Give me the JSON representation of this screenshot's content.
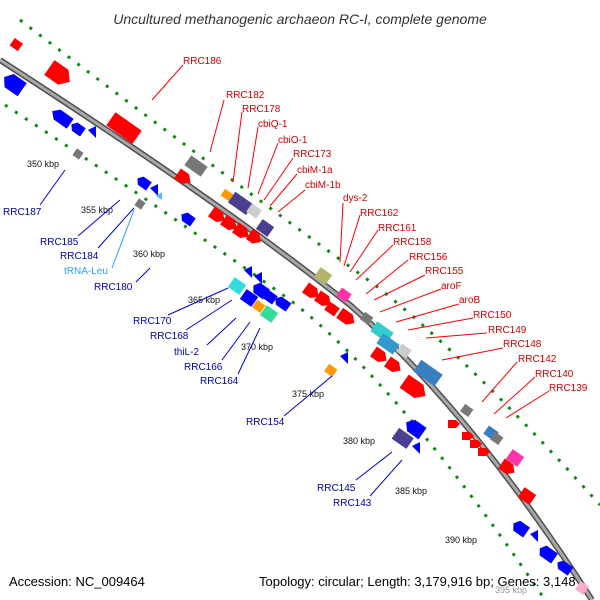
{
  "title": "Uncultured methanogenic archaeon RC-I, complete genome",
  "footer": {
    "accession": "Accession: NC_009464",
    "info": "Topology: circular; Length: 3,179,916 bp; Genes: 3,148"
  },
  "scale_labels": [
    "350 kbp",
    "355 kbp",
    "360 kbp",
    "365 kbp",
    "370 kbp",
    "375 kbp",
    "380 kbp",
    "385 kbp",
    "390 kbp",
    "395 kbp"
  ],
  "forward_genes": [
    "RRC186",
    "RRC182",
    "RRC178",
    "cbiQ-1",
    "cbiO-1",
    "RRC173",
    "cbiM-1a",
    "cbiM-1b",
    "dys-2",
    "RRC162",
    "RRC161",
    "RRC158",
    "RRC156",
    "RRC155",
    "aroF",
    "aroB",
    "RRC150",
    "RRC149",
    "RRC148",
    "RRC142",
    "RRC140",
    "RRC139"
  ],
  "reverse_genes": [
    "RRC187",
    "RRC185",
    "RRC184",
    "tRNA-Leu",
    "RRC180",
    "RRC170",
    "RRC168",
    "thiL-2",
    "RRC166",
    "RRC164",
    "RRC154",
    "RRC145",
    "RRC143"
  ],
  "colors": {
    "forward_cds": "#ff0000",
    "reverse_cds": "#0000ff",
    "trna": "#2aa0ff",
    "backbone": "#9a9a9a",
    "gc_dots": "#118811"
  }
}
